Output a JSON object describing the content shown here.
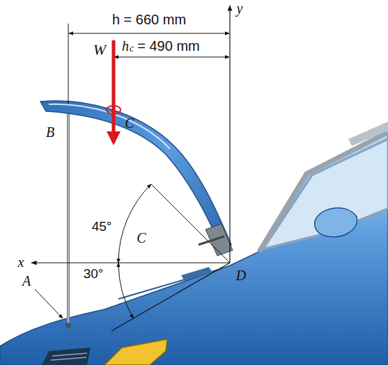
{
  "diagram": {
    "labels": [
      "h = 660 mm",
      "W",
      "h",
      "c",
      "= 490 mm",
      "y",
      "x",
      "C",
      "B",
      "45°",
      "C",
      "30°",
      "A",
      "D"
    ]
  }
}
